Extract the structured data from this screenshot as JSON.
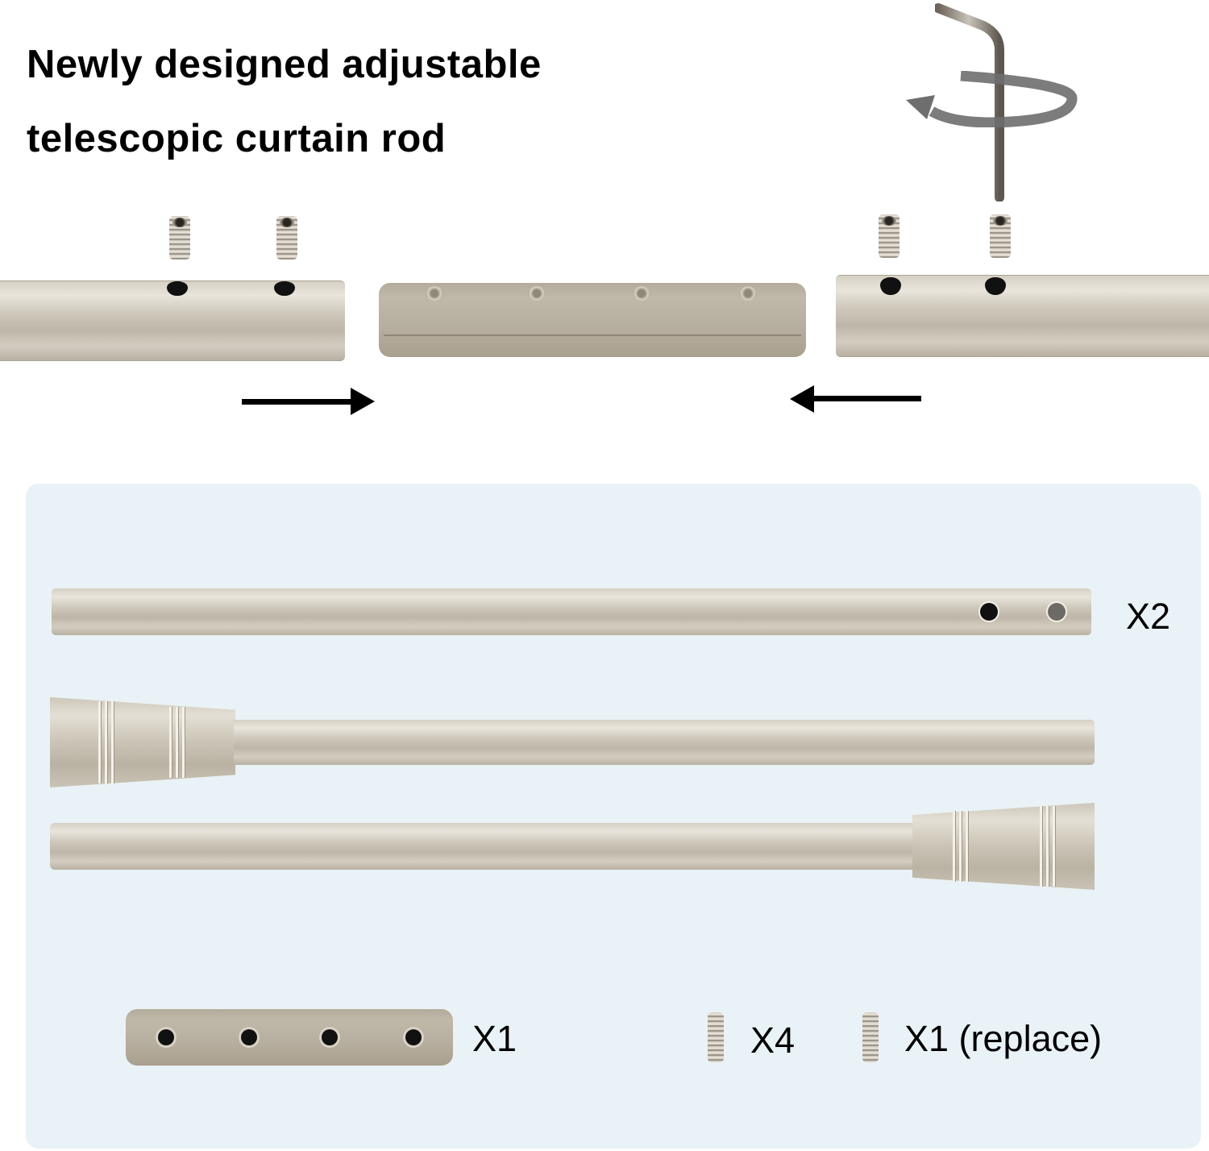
{
  "headline": {
    "line1": "Newly designed adjustable",
    "line2": "telescopic curtain rod"
  },
  "assembly_diagram": {
    "icons": [
      "hex-key-icon",
      "rotate-arrow-icon",
      "set-screw-icon",
      "arrow-right-icon",
      "arrow-left-icon"
    ],
    "colors": {
      "tube": "#d3cdc1",
      "connector": "#b6ae9e",
      "arrow": "#000000",
      "rotate_arrow": "#6e6e6e"
    }
  },
  "parts_panel": {
    "background": "#e9f2f6",
    "items": [
      {
        "name": "inner-tube",
        "quantity": "X2"
      },
      {
        "name": "left-finial-rod",
        "quantity": ""
      },
      {
        "name": "right-finial-rod",
        "quantity": ""
      },
      {
        "name": "connector",
        "quantity": "X1"
      },
      {
        "name": "set-screw",
        "quantity": "X4"
      },
      {
        "name": "spare-set-screw",
        "quantity": "X1 (replace)"
      }
    ]
  }
}
